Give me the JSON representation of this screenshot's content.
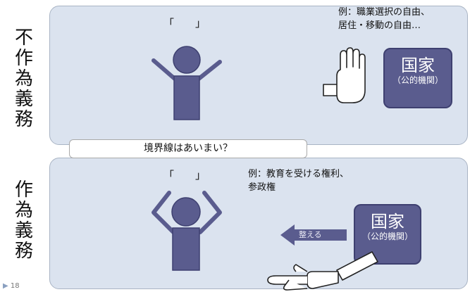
{
  "top": {
    "label": [
      "不",
      "作",
      "為",
      "義",
      "務"
    ],
    "quote": "「　　」",
    "example_lines": [
      "例：職業選択の自由、",
      "居住・移動の自由…"
    ],
    "state_title": "国家",
    "state_sub": "（公的機関）"
  },
  "boundary": {
    "text": "境界線はあいまい？"
  },
  "bottom": {
    "label": [
      "作",
      "為",
      "義",
      "務"
    ],
    "quote": "「　　」",
    "example_lines": [
      "例：教育を受ける権利、",
      "参政権"
    ],
    "state_title": "国家",
    "state_sub": "（公的機関）",
    "arrow_label": "整える"
  },
  "page_number": "18",
  "colors": {
    "panel": "#dbe3ef",
    "figure": "#5a5c8e",
    "state": "#5a5c8e"
  }
}
